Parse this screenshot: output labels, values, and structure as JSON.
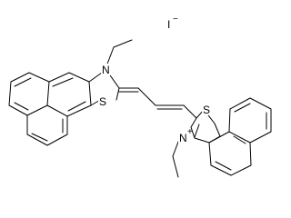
{
  "counterion": {
    "symbol": "I",
    "charge": "−"
  },
  "upper_unit": {
    "nitrogen": "N",
    "sulfur": "S"
  },
  "lower_unit": {
    "nitrogen": "N",
    "nitrogen_charge": "+",
    "sulfur": "S"
  },
  "colors": {
    "bond": "#000000",
    "background": "#ffffff"
  }
}
